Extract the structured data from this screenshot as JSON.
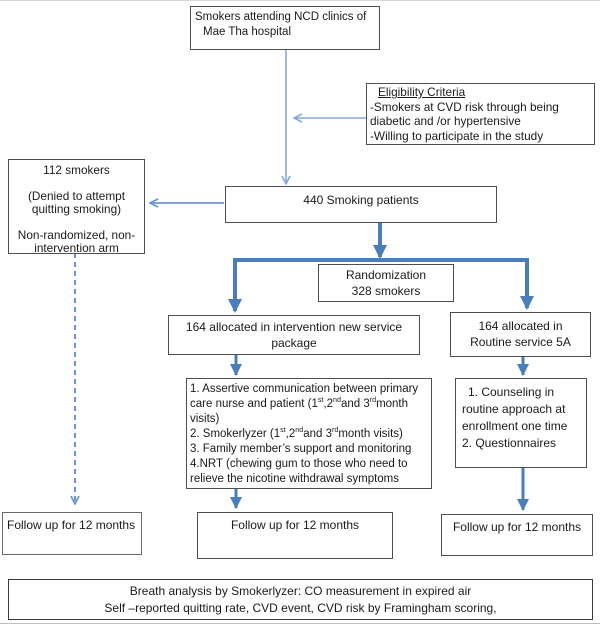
{
  "figure": {
    "type": "study-flow-diagram",
    "bg": "#ffffff"
  },
  "colors": {
    "arrow_thick": "#4a7ebb",
    "arrow_medium": "#4a7ebb",
    "arrow_thin": "#84a9da",
    "arrow_dashed": "#6d96cf",
    "box_border": "#4f4f4f",
    "text": "#1a1a1a"
  },
  "boxes": {
    "top": {
      "lines": [
        "Smokers attending NCD clinics of",
        "Mae Tha hospital"
      ]
    },
    "eligibility": {
      "title": "Eligibility Criteria",
      "lines": [
        "-Smokers at CVD risk through being",
        "diabetic and /or hypertensive",
        "-Willing to participate in the study"
      ]
    },
    "non_randomized": {
      "lines": [
        "112 smokers",
        "",
        "(Denied to attempt",
        "quitting smoking)",
        "",
        "Non-randomized, non-",
        "intervention arm"
      ]
    },
    "smoking_patients": {
      "label": "440 Smoking patients"
    },
    "randomization": {
      "lines": [
        "Randomization",
        "328 smokers"
      ]
    },
    "intervention_allocation": {
      "lines": [
        "164 allocated in intervention new service",
        "package"
      ]
    },
    "routine_allocation": {
      "lines": [
        "164 allocated in",
        "Routine service 5A"
      ]
    },
    "intervention_components": {
      "rich_lines": [
        [
          {
            "t": "1. Assertive communication between primary"
          }
        ],
        [
          {
            "t": "care nurse and patient (1"
          },
          {
            "t": "st",
            "sup": true
          },
          {
            "t": ",2"
          },
          {
            "t": "nd",
            "sup": true
          },
          {
            "t": "and 3"
          },
          {
            "t": "rd",
            "sup": true
          },
          {
            "t": "month"
          }
        ],
        [
          {
            "t": "visits)"
          }
        ],
        [
          {
            "t": "2. Smokerlyzer (1"
          },
          {
            "t": "st",
            "sup": true
          },
          {
            "t": ",2"
          },
          {
            "t": "nd",
            "sup": true
          },
          {
            "t": "and 3"
          },
          {
            "t": "rd",
            "sup": true
          },
          {
            "t": "month visits)"
          }
        ],
        [
          {
            "t": "3. Family member’s support and monitoring"
          }
        ],
        [
          {
            "t": "4.NRT (chewing gum to those who need to"
          }
        ],
        [
          {
            "t": "relieve the nicotine withdrawal symptoms"
          }
        ]
      ]
    },
    "routine_components": {
      "lines": [
        "1. Counseling in",
        "routine approach at",
        "enrollment one time",
        "2. Questionnaires"
      ]
    },
    "followup_left": {
      "label": "Follow up for 12 months"
    },
    "followup_middle": {
      "label": "Follow up for 12 months"
    },
    "followup_right": {
      "label": "Follow up for 12 months"
    },
    "outcomes": {
      "lines": [
        "Breath analysis by Smokerlyzer: CO measurement in expired air",
        "Self –reported quitting rate, CVD event, CVD risk by Framingham scoring,"
      ]
    }
  }
}
